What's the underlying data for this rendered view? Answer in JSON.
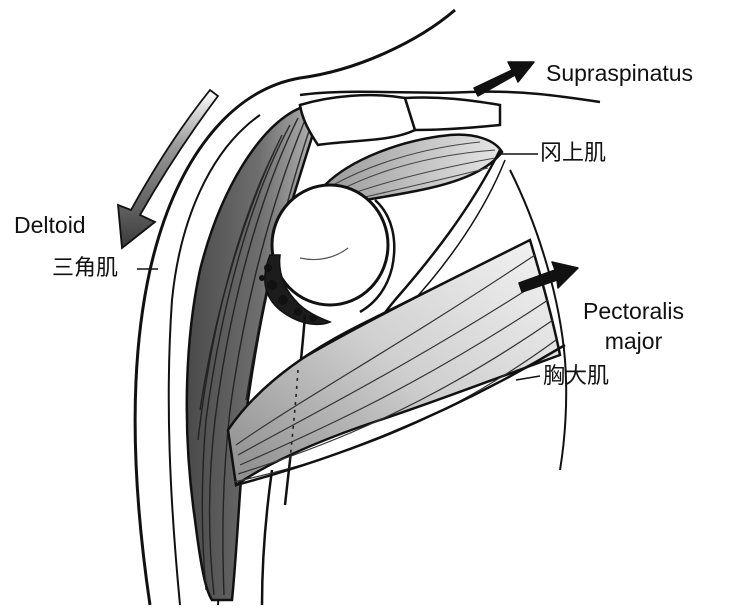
{
  "labels": {
    "supraspinatus_en": "Supraspinatus",
    "supraspinatus_zh": "冈上肌",
    "deltoid_en": "Deltoid",
    "deltoid_zh": "三角肌",
    "pectoralis_en_line1": "Pectoralis",
    "pectoralis_en_line2": "major",
    "pectoralis_zh": "胸大肌"
  },
  "colors": {
    "ink": "#111111",
    "muscle_dark": "#3a3a3a",
    "muscle_mid": "#8c8c8c",
    "muscle_light": "#e0e0e0",
    "background": "#ffffff"
  }
}
